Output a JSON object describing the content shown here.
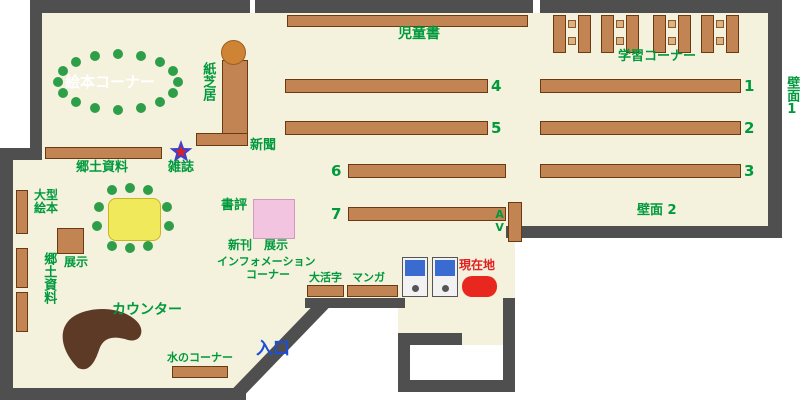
{
  "labels": {
    "children_books": "児童書",
    "study_corner": "学習コーナー",
    "wall_1": "壁面1",
    "wall_2": "壁面 2",
    "picture_book_corner": "絵本コーナー",
    "kamishibai": "紙芝居",
    "newspaper": "新聞",
    "magazine": "雑誌",
    "local_materials": "郷土資料",
    "large_picture_books": "大型絵本",
    "local_materials_side": "郷土資料",
    "exhibit": "展示",
    "book_review": "書評",
    "new_arrivals_exhibit": "新刊　展示",
    "information_line1": "インフォメーション",
    "information_line2": "コーナー",
    "large_print": "大活字",
    "manga": "マンガ",
    "current_location": "現在地",
    "counter": "カウンター",
    "water_corner": "水のコーナー",
    "entrance": "入口",
    "av": "AV"
  },
  "shelf_numbers": {
    "n1": "1",
    "n2": "2",
    "n3": "3",
    "n4": "4",
    "n5": "5",
    "n6": "6",
    "n7": "7"
  },
  "colors": {
    "wall": "#4f4f4f",
    "floor": "#f4f1dd",
    "shelf": "#c28452",
    "label_green": "#009a3d",
    "counter_brown": "#5c3a26",
    "table_yellow": "#f1e95c",
    "display_pink": "#f2c4df",
    "entrance_blue": "#1b4fd8",
    "location_red": "#e8281e",
    "seat_green": "#2f9e48"
  }
}
